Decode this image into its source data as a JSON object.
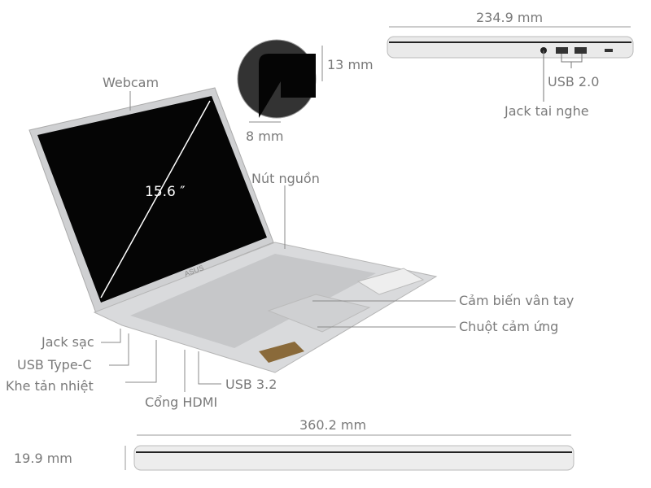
{
  "labels": {
    "webcam": "Webcam",
    "screen_size": "15.6 ″",
    "bezel_top": "13 mm",
    "bezel_side": "8 mm",
    "power_button": "Nút nguồn",
    "fingerprint": "Cảm biến vân tay",
    "touchpad": "Chuột cảm ứng",
    "charging_jack": "Jack sạc",
    "usb_c": "USB Type-C",
    "vents": "Khe tản nhiệt",
    "hdmi": "Cổng HDMI",
    "usb32": "USB 3.2",
    "side_width": "234.9 mm",
    "usb20": "USB 2.0",
    "headphone_jack": "Jack tai nghe",
    "front_width": "360.2 mm",
    "thickness": "19.9 mm",
    "brand": "ASUS"
  },
  "colors": {
    "text": "#7a7a7a",
    "line": "#8a8a8a",
    "body": "#d9dadc",
    "screen": "#050505"
  }
}
